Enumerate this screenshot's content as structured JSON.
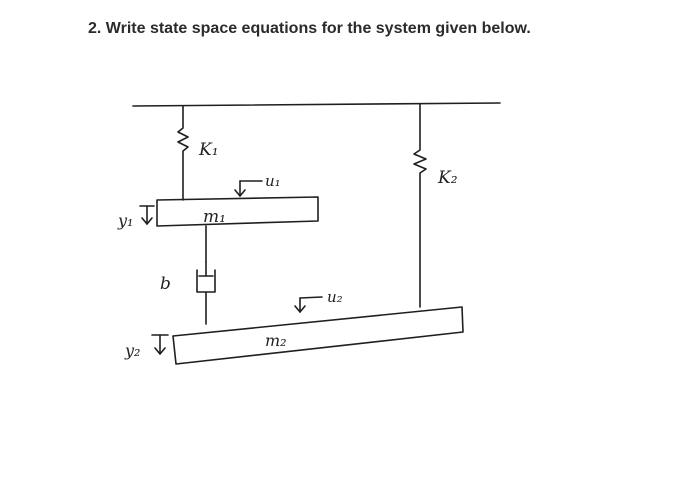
{
  "question": {
    "text": "2. Write state space equations for the system given below."
  },
  "diagram": {
    "labels": {
      "k1": "K₁",
      "k2": "K₂",
      "u1": "u₁",
      "u2": "u₂",
      "m1": "m₁",
      "m2": "m₂",
      "b": "b",
      "y1": "y₁",
      "y2": "y₂"
    }
  }
}
